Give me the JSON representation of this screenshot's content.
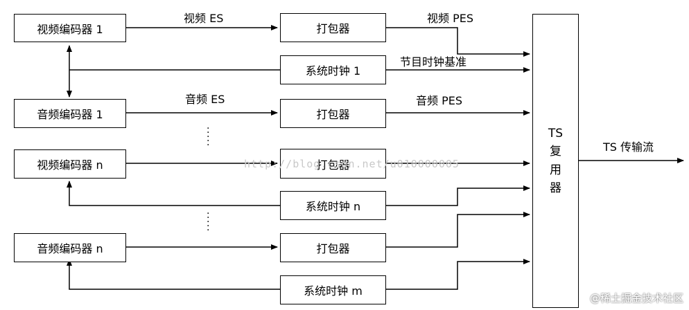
{
  "encoders": {
    "video1": "视频编码器 1",
    "audio1": "音频编码器 1",
    "videon": "视频编码器 n",
    "audion": "音频编码器 n"
  },
  "packers": {
    "p1": "打包器",
    "p2": "打包器",
    "p3": "打包器",
    "p4": "打包器"
  },
  "clocks": {
    "c1": "系统时钟 1",
    "cn": "系统时钟 n",
    "cm": "系统时钟 m"
  },
  "mux": {
    "line1": "TS",
    "line2": "复",
    "line3": "用",
    "line4": "器"
  },
  "edge_labels": {
    "video_es": "视频 ES",
    "video_pes": "视频 PES",
    "pcr": "节目时钟基准",
    "audio_es": "音频 ES",
    "audio_pes": "音频 PES",
    "ts_out": "TS 传输流"
  },
  "watermarks": {
    "blog": "http://blog.csdn.net/u010000005",
    "site": "@稀土掘金技术社区"
  }
}
